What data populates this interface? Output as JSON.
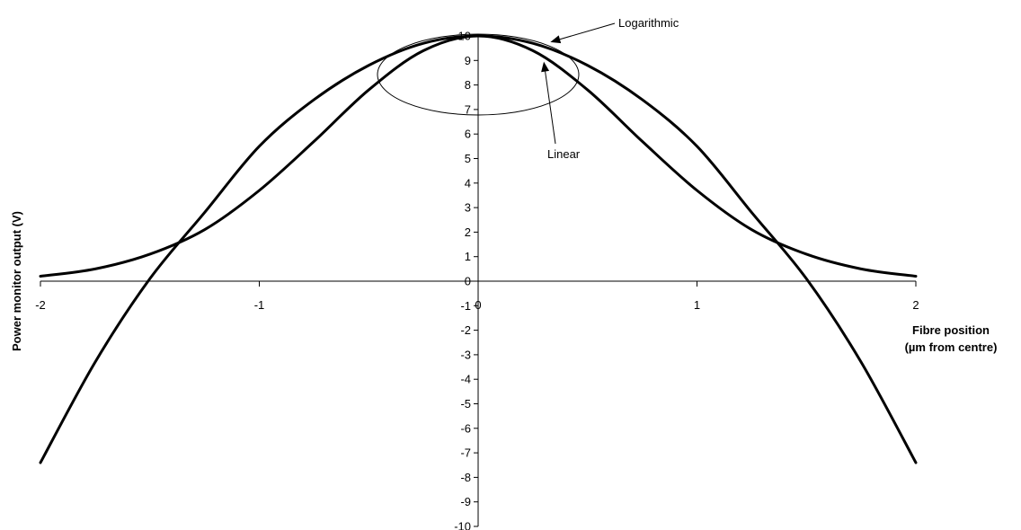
{
  "chart_data": {
    "type": "line",
    "xlabel": [
      "Fibre position",
      "(µm from centre)"
    ],
    "ylabel": "Power monitor output (V)",
    "xlim": [
      -2,
      2
    ],
    "ylim": [
      -10,
      10
    ],
    "x_ticks": [
      -2,
      -1,
      0,
      1,
      2
    ],
    "y_ticks": [
      10,
      9,
      8,
      7,
      6,
      5,
      4,
      3,
      2,
      1,
      0,
      -1,
      -2,
      -3,
      -4,
      -5,
      -6,
      -7,
      -8,
      -9,
      -10
    ],
    "grid": false,
    "legend": "none",
    "series": [
      {
        "name": "Logarithmic",
        "x": [
          -2,
          -1.75,
          -1.5,
          -1.25,
          -1,
          -0.75,
          -0.5,
          -0.25,
          0,
          0.25,
          0.5,
          0.75,
          1,
          1.25,
          1.5,
          1.75,
          2
        ],
        "y": [
          -7.4,
          -3.3,
          0.1,
          2.8,
          5.5,
          7.4,
          8.8,
          9.7,
          10,
          9.7,
          8.8,
          7.4,
          5.5,
          2.8,
          0.1,
          -3.3,
          -7.4
        ]
      },
      {
        "name": "Linear",
        "x": [
          -2,
          -1.75,
          -1.5,
          -1.25,
          -1,
          -0.75,
          -0.5,
          -0.25,
          0,
          0.25,
          0.5,
          0.75,
          1,
          1.25,
          1.5,
          1.75,
          2
        ],
        "y": [
          0.2,
          0.5,
          1.1,
          2.1,
          3.7,
          5.7,
          7.8,
          9.4,
          10,
          9.4,
          7.8,
          5.7,
          3.7,
          2.1,
          1.1,
          0.5,
          0.2
        ]
      }
    ],
    "annotations": [
      {
        "text": "Logarithmic",
        "series": 0,
        "x": 0.33,
        "y": 9.75
      },
      {
        "text": "Linear",
        "series": 1,
        "x": 0.3,
        "y": 8.95
      }
    ]
  }
}
